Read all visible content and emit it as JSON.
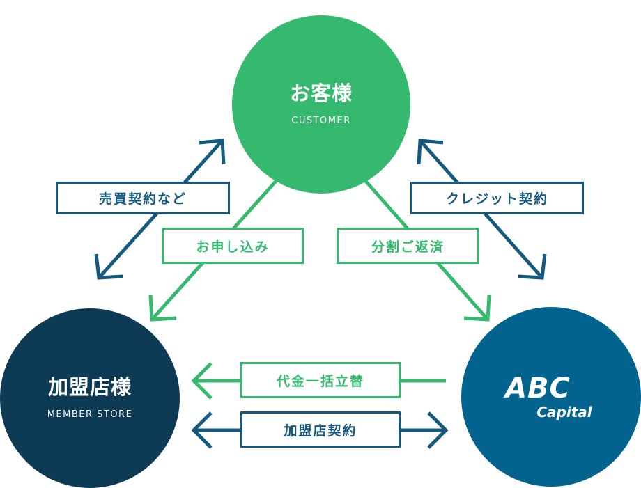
{
  "nodes": {
    "customer": {
      "jp": "お客様",
      "en": "CUSTOMER",
      "color": "#35b96e"
    },
    "member": {
      "jp": "加盟店様",
      "en": "MEMBER STORE",
      "color": "#0d3b56"
    },
    "abc": {
      "line1": "ABC",
      "line2": "Capital",
      "color": "#03638f"
    }
  },
  "relations": {
    "sales_contract": "売買契約など",
    "credit_contract": "クレジット契約",
    "application": "お申し込み",
    "installment": "分割ご返済",
    "advance_payment": "代金一括立替",
    "member_contract": "加盟店契約"
  },
  "colors": {
    "contract_arrow": "#16597f",
    "flow_arrow": "#35b96e"
  }
}
